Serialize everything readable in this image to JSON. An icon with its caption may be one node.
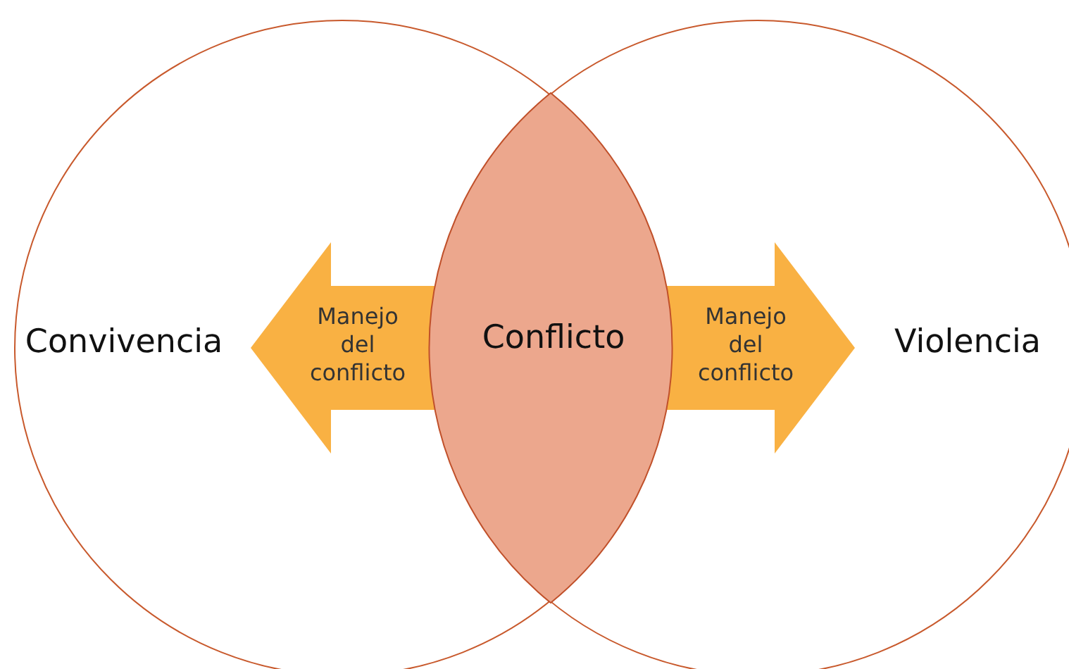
{
  "diagram": {
    "nodes": [
      {
        "text": [
          "Convivencia"
        ]
      },
      {
        "text": [
          "Violencia"
        ]
      },
      {
        "text": [
          "Conflicto"
        ]
      }
    ],
    "edges": [
      {
        "from": 2,
        "to": 0,
        "arrow": "to",
        "label": "Manejo del conflicto",
        "style": "thick"
      },
      {
        "from": 2,
        "to": 1,
        "arrow": "to",
        "label": "Manejo del conflicto",
        "style": "thick"
      }
    ]
  }
}
